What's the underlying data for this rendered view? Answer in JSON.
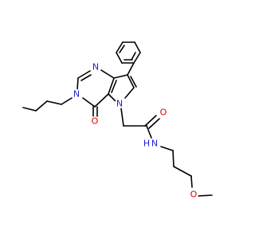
{
  "molecule": {
    "atom_labels": {
      "n_ring_top": "N",
      "n_ring_left": "N",
      "n_pyrrole": "N",
      "o_carbonyl_ring": "O",
      "o_amide": "O",
      "n_amide": "N",
      "h_amide": "H",
      "o_ether": "O"
    },
    "colors": {
      "bond": "#000000",
      "nitrogen": "#1f1fd0",
      "oxygen": "#e00000",
      "background": "#ffffff"
    }
  }
}
